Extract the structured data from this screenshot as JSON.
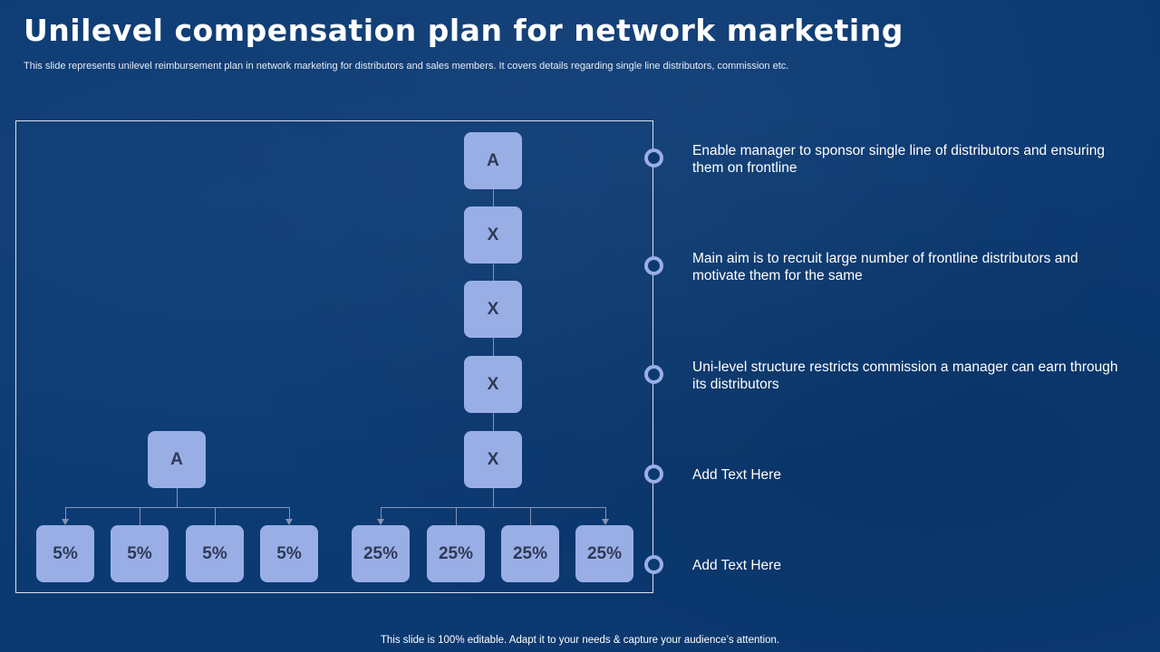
{
  "slide": {
    "title": "Unilevel compensation plan for network marketing",
    "subtitle": "This slide represents unilevel reimbursement plan in network marketing for distributors and sales members. It covers details regarding single line distributors, commission etc.",
    "footer": "This slide is 100% editable. Adapt it to your needs & capture your audience’s attention."
  },
  "left_tree": {
    "root": "A",
    "children": [
      "5%",
      "5%",
      "5%",
      "5%"
    ]
  },
  "right_tree": {
    "chain": [
      "A",
      "X",
      "X",
      "X",
      "X"
    ],
    "children": [
      "25%",
      "25%",
      "25%",
      "25%"
    ]
  },
  "points": [
    "Enable manager to sponsor single line of distributors and ensuring them on frontline",
    "Main aim is to recruit large number of frontline distributors and motivate them for the same",
    "Uni-level structure restricts commission a manager can earn through its distributors",
    "Add Text Here",
    "Add Text Here"
  ],
  "colors": {
    "background": "#0b3a73",
    "node_fill": "#9aaee6",
    "node_text": "#2e3a55",
    "connector": "#8593b3",
    "frame_border": "#d8e2f0"
  }
}
